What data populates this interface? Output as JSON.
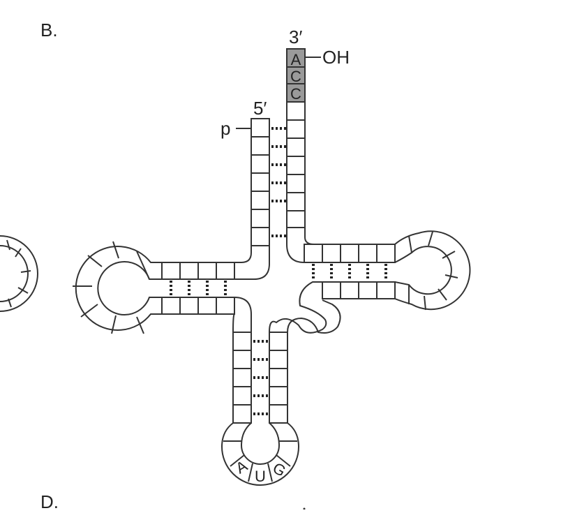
{
  "panel_labels": {
    "top": "B.",
    "bottom": "D."
  },
  "trna": {
    "three_prime_label": "3′",
    "five_prime_label": "5′",
    "phosphate_label": "p",
    "hydroxyl_label": "OH",
    "acceptor_end_bases": [
      "A",
      "C",
      "C"
    ],
    "anticodon_bases": [
      "A",
      "U",
      "G"
    ]
  }
}
